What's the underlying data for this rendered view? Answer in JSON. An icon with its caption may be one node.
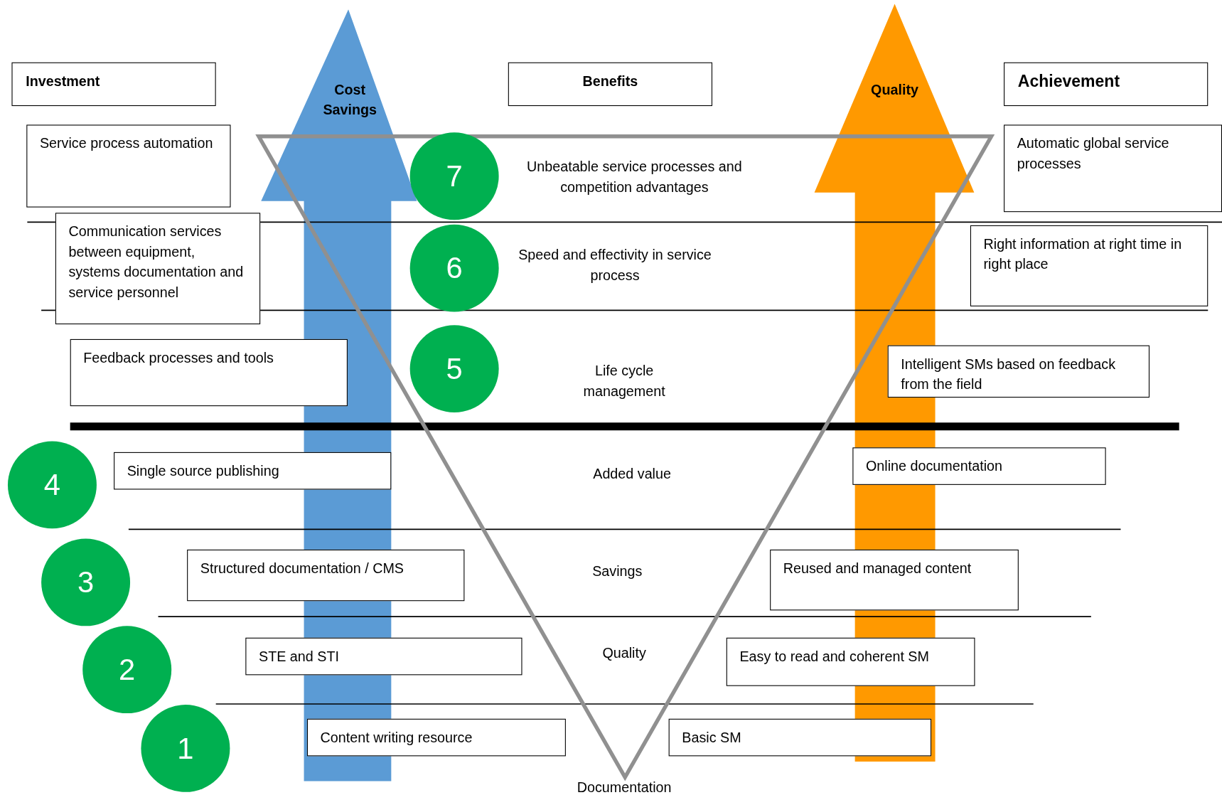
{
  "diagram": {
    "nodes": [
      {
        "text": [
          "Investment"
        ]
      },
      {
        "text": [
          "Cost Savings"
        ]
      },
      {
        "text": [
          "Benefits"
        ]
      },
      {
        "text": [
          "Quality"
        ]
      },
      {
        "text": [
          "Achievement"
        ]
      },
      {
        "text": [
          "Service process automation"
        ]
      },
      {
        "text": [
          "7"
        ]
      },
      {
        "text": [
          "Automatic global service processes"
        ]
      },
      {
        "text": [
          "Communication services between equipment, systems documentation and service personnel"
        ]
      },
      {
        "text": [
          "6"
        ]
      },
      {
        "text": [
          "Right information at right time in right place"
        ]
      },
      {
        "text": [
          "Feedback processes and tools"
        ]
      },
      {
        "text": [
          "5"
        ]
      },
      {
        "text": [
          "Intelligent SMs based on feedback from the field"
        ]
      },
      {
        "text": [
          "4"
        ]
      },
      {
        "text": [
          "Single source publishing"
        ]
      },
      {
        "text": [
          "Online documentation"
        ]
      },
      {
        "text": [
          "3"
        ]
      },
      {
        "text": [
          "Structured documentation / CMS"
        ]
      },
      {
        "text": [
          "Reused and managed content"
        ]
      },
      {
        "text": [
          "2"
        ]
      },
      {
        "text": [
          "STE and STI"
        ]
      },
      {
        "text": [
          "Easy to read and coherent SM"
        ]
      },
      {
        "text": [
          "1"
        ]
      },
      {
        "text": [
          "Content writing resource"
        ]
      },
      {
        "text": [
          "Basic SM"
        ]
      }
    ],
    "edges": [],
    "labels": [
      "Unbeatable service processes and competition advantages",
      "Speed and effectivity in service process",
      "Life cycle management",
      "Added value",
      "Savings",
      "Quality",
      "Documentation"
    ]
  }
}
